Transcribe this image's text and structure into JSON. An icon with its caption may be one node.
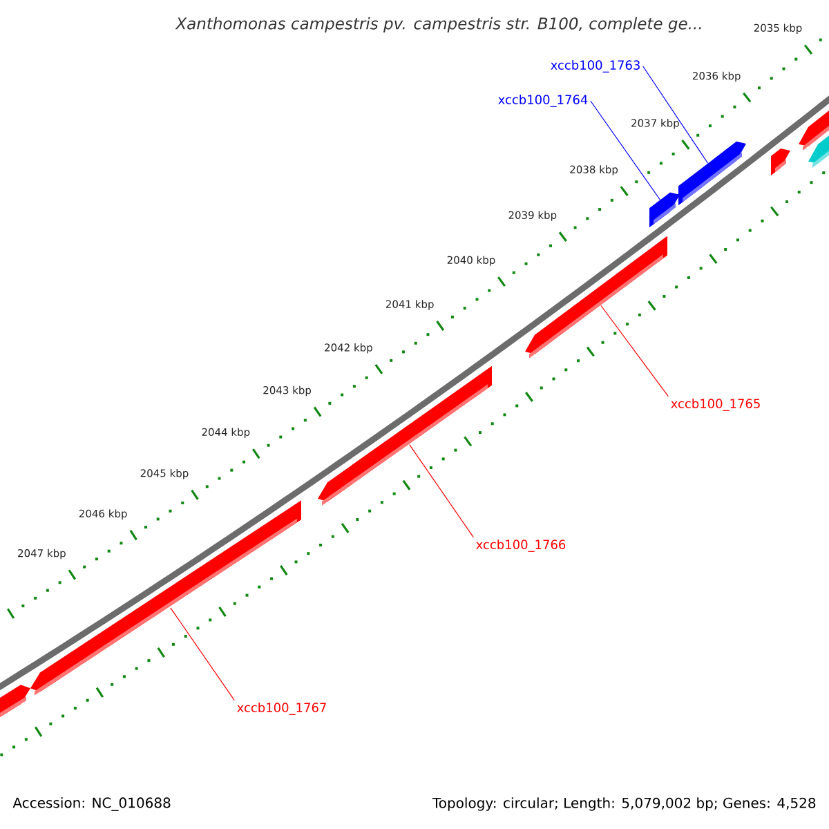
{
  "diagram": {
    "title": "Xanthomonas campestris pv. campestris str. B100, complete ge...",
    "nodes": [
      {
        "text": [
          "xccb100_1763"
        ]
      },
      {
        "text": [
          "xccb100_1764"
        ]
      },
      {
        "text": [
          "xccb100_1765"
        ]
      },
      {
        "text": [
          "xccb100_1766"
        ]
      },
      {
        "text": [
          "xccb100_1767"
        ]
      },
      {
        "text": [],
        "shape": "bar"
      },
      {
        "text": [],
        "shape": "bar"
      },
      {
        "text": [],
        "shape": "bar"
      },
      {
        "text": [],
        "shape": "bar"
      },
      {
        "text": [],
        "shape": "bar"
      },
      {
        "text": [],
        "shape": "bar"
      },
      {
        "text": [],
        "shape": "bar"
      },
      {
        "text": [],
        "shape": "bar"
      },
      {
        "text": [],
        "shape": "bar"
      }
    ],
    "edges": [
      {
        "from": 0,
        "to": 10,
        "arrow": "none",
        "color": "#0000ff"
      },
      {
        "from": 1,
        "to": 9,
        "arrow": "none",
        "color": "#0000ff"
      },
      {
        "from": 2,
        "to": 8,
        "arrow": "none"
      },
      {
        "from": 3,
        "to": 7,
        "arrow": "none"
      },
      {
        "from": 4,
        "to": 6,
        "arrow": "none"
      }
    ],
    "labels": [
      "2035 kbp",
      "2036 kbp",
      "2037 kbp",
      "2038 kbp",
      "2039 kbp",
      "2040 kbp",
      "2041 kbp",
      "2042 kbp",
      "2043 kbp",
      "2044 kbp",
      "2045 kbp",
      "2046 kbp",
      "2047 kbp",
      "Accession: NC_010688",
      "Topology: circular; Length: 5,079,002 bp; Genes: 4,528"
    ]
  }
}
